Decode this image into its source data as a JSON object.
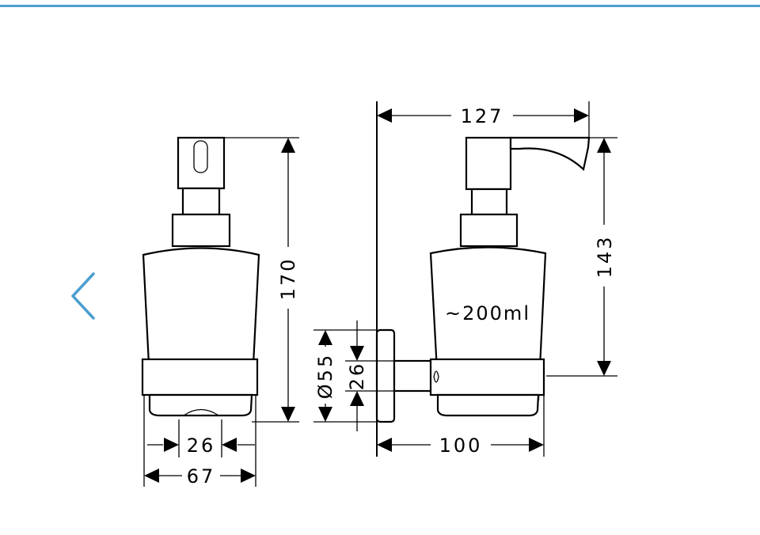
{
  "accent_color": "#4a9fd0",
  "nav": {
    "prev_icon": "chevron-left-icon"
  },
  "dimensions": {
    "height_front": "170",
    "bottom_inner": "26",
    "bottom_outer": "67",
    "depth_total": "127",
    "height_side": "143",
    "flange_diameter": "Ø55",
    "bracket_height": "26",
    "depth_wall": "100",
    "capacity": "~200ml"
  }
}
